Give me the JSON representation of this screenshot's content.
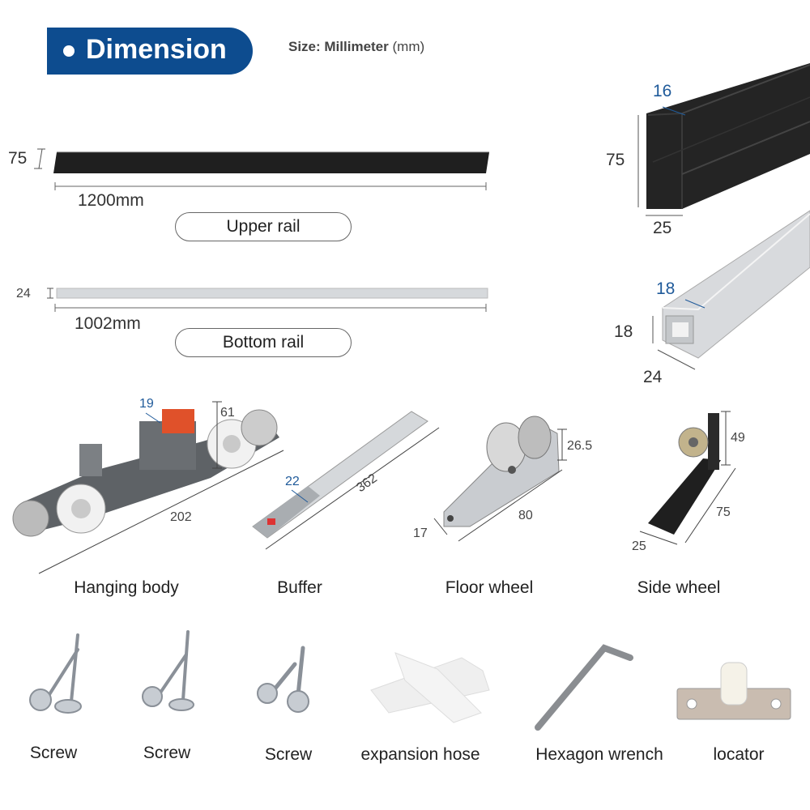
{
  "header": {
    "title": "Dimension",
    "size_label": "Size: Millimeter",
    "size_unit": "(mm)"
  },
  "upper_rail": {
    "height": "75",
    "length": "1200mm",
    "label": "Upper rail",
    "profile": {
      "top": "16",
      "height": "75",
      "width": "25"
    },
    "color": "#1f1f1f"
  },
  "bottom_rail": {
    "height": "24",
    "length": "1002mm",
    "label": "Bottom rail",
    "profile": {
      "top": "18",
      "height": "18",
      "width": "24"
    },
    "color": "#d6d9dc"
  },
  "components": [
    {
      "label": "Hanging body",
      "dims": [
        "19",
        "61",
        "202"
      ]
    },
    {
      "label": "Buffer",
      "dims": [
        "22",
        "362"
      ]
    },
    {
      "label": "Floor wheel",
      "dims": [
        "26.5",
        "17",
        "80"
      ]
    },
    {
      "label": "Side wheel",
      "dims": [
        "49",
        "75",
        "25"
      ]
    }
  ],
  "accessories": [
    {
      "label": "Screw"
    },
    {
      "label": "Screw"
    },
    {
      "label": "Screw"
    },
    {
      "label": "expansion hose"
    },
    {
      "label": "Hexagon wrench"
    },
    {
      "label": "locator"
    }
  ],
  "colors": {
    "badge": "#0d4c8f",
    "dimension_blue": "#1f5a9a"
  }
}
